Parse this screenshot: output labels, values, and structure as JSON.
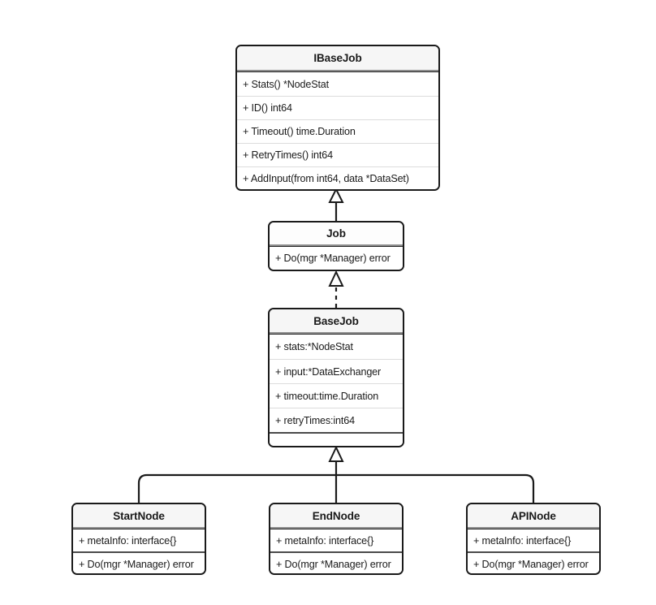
{
  "diagram": {
    "title": "Job class hierarchy UML diagram",
    "background_color": "#ffffff",
    "line_color": "#1a1a1a",
    "header_fill": "#f6f6f6",
    "body_fill": "#ffffff"
  },
  "classes": {
    "ibasejob": {
      "name": "IBaseJob",
      "stereotype": "interface",
      "members": [
        "+  Stats() *NodeStat",
        "+ ID() int64",
        "+ Timeout() time.Duration",
        "+ RetryTimes() int64",
        "+ AddInput(from int64, data *DataSet)"
      ]
    },
    "job": {
      "name": "Job",
      "stereotype": "interface",
      "members": [
        "+ Do(mgr *Manager) error"
      ]
    },
    "basejob": {
      "name": "BaseJob",
      "stereotype": "class",
      "attributes": [
        "+ stats:*NodeStat",
        "+ input:*DataExchanger",
        "+ timeout:time.Duration",
        "+ retryTimes:int64"
      ],
      "operations": [
        ""
      ]
    },
    "startnode": {
      "name": "StartNode",
      "stereotype": "class",
      "attributes": [
        "+ metaInfo: interface{}"
      ],
      "operations": [
        "+ Do(mgr *Manager) error"
      ]
    },
    "endnode": {
      "name": "EndNode",
      "stereotype": "class",
      "attributes": [
        "+ metaInfo: interface{}"
      ],
      "operations": [
        "+ Do(mgr *Manager) error"
      ]
    },
    "apinode": {
      "name": "APINode",
      "stereotype": "class",
      "attributes": [
        "+ metaInfo: interface{}"
      ],
      "operations": [
        "+ Do(mgr *Manager) error"
      ]
    }
  },
  "relationships": [
    {
      "from": "Job",
      "to": "IBaseJob",
      "type": "generalization",
      "line": "solid",
      "arrow": "hollow-triangle"
    },
    {
      "from": "BaseJob",
      "to": "Job",
      "type": "realization",
      "line": "dashed",
      "arrow": "hollow-triangle"
    },
    {
      "from": "StartNode",
      "to": "BaseJob",
      "type": "generalization",
      "line": "solid",
      "arrow": "hollow-triangle"
    },
    {
      "from": "EndNode",
      "to": "BaseJob",
      "type": "generalization",
      "line": "solid",
      "arrow": "hollow-triangle"
    },
    {
      "from": "APINode",
      "to": "BaseJob",
      "type": "generalization",
      "line": "solid",
      "arrow": "hollow-triangle"
    }
  ]
}
